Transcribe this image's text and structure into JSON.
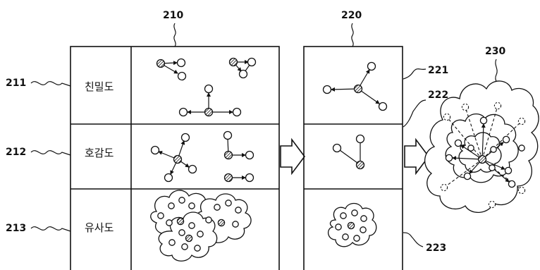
{
  "refs": {
    "r210": "210",
    "r211": "211",
    "r212": "212",
    "r213": "213",
    "r220": "220",
    "r221": "221",
    "r222": "222",
    "r223": "223",
    "r230": "230"
  },
  "rows": {
    "intimacy": "친밀도",
    "affinity": "호감도",
    "similarity": "유사도"
  },
  "colors": {
    "ink": "#111111",
    "paper": "#ffffff"
  }
}
